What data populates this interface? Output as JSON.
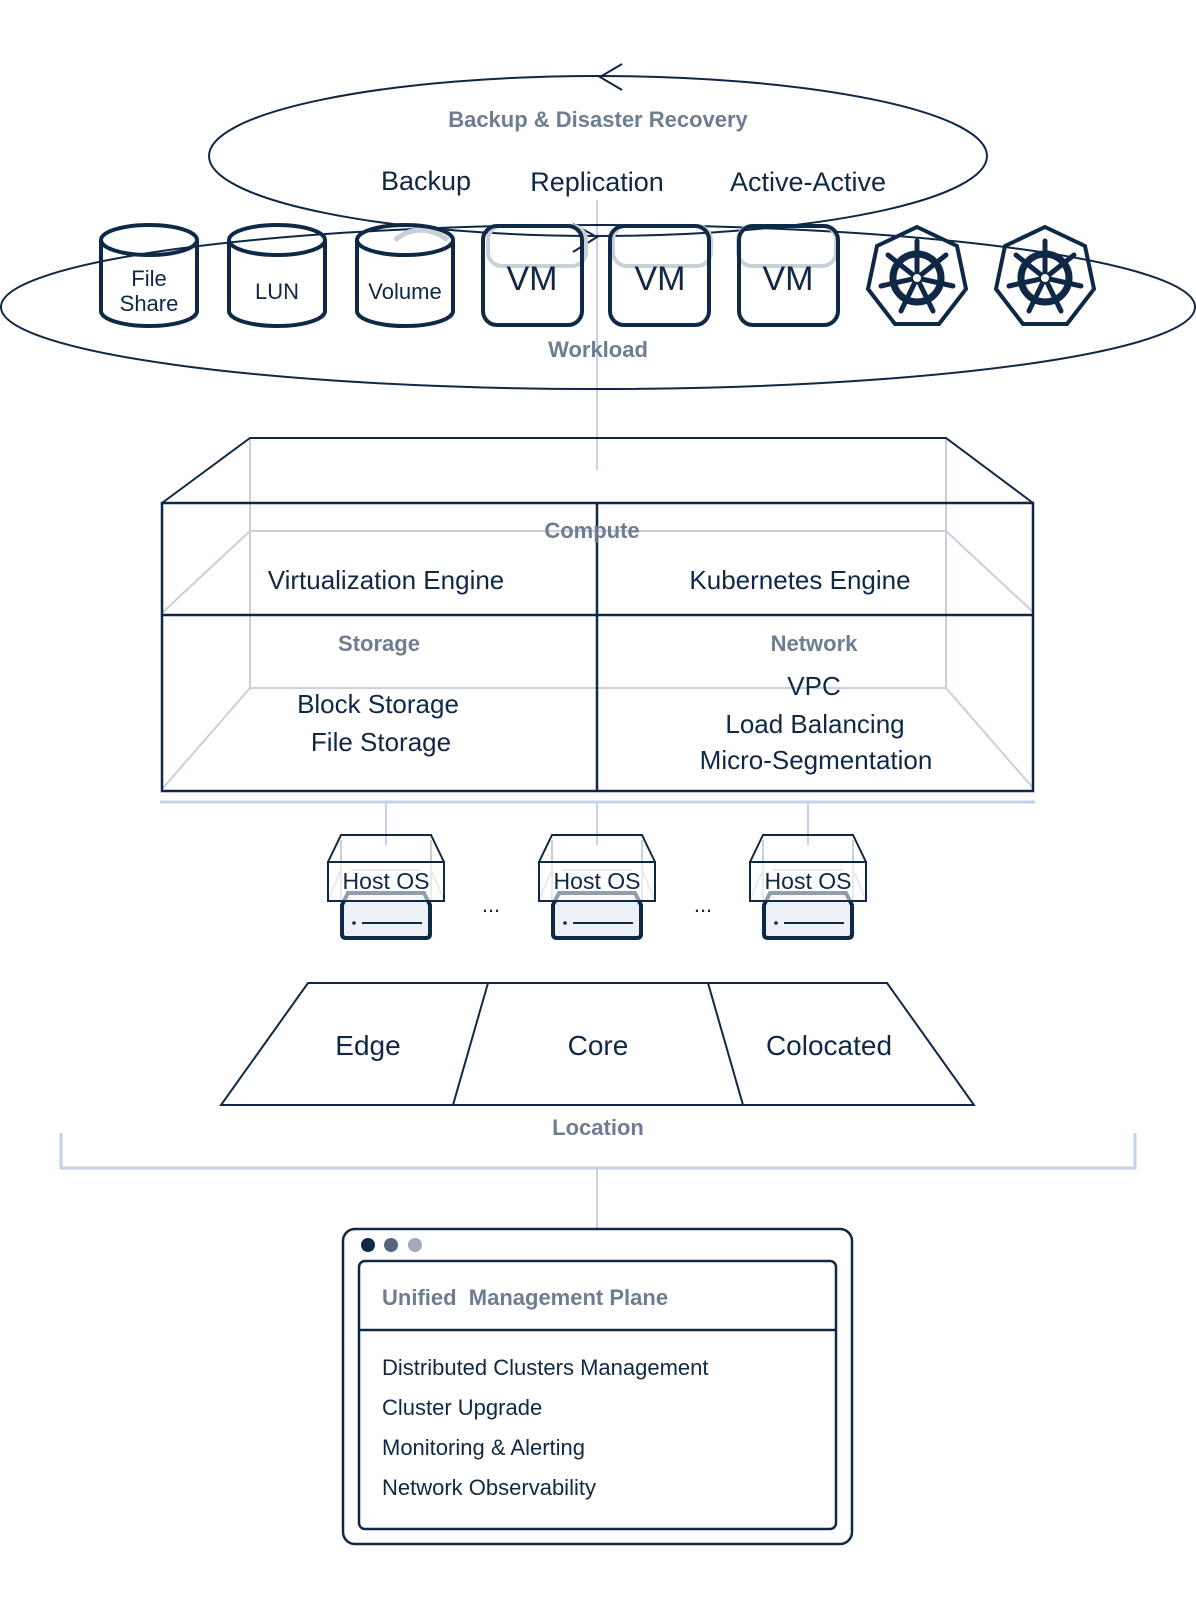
{
  "diagram": {
    "backup_dr": {
      "title": "Backup & Disaster Recovery",
      "items": [
        "Backup",
        "Replication",
        "Active-Active"
      ]
    },
    "workload": {
      "title": "Workload",
      "storage_items": [
        "File",
        "Share",
        "LUN",
        "Volume"
      ],
      "vm_label": "VM",
      "vm_count": 3,
      "kubernetes_icons": 2
    },
    "platform": {
      "compute": {
        "title": "Compute",
        "items": [
          "Virtualization Engine",
          "Kubernetes Engine"
        ]
      },
      "storage": {
        "title": "Storage",
        "items": [
          "Block Storage",
          "File Storage"
        ]
      },
      "network": {
        "title": "Network",
        "items": [
          "VPC",
          "Load Balancing",
          "Micro-Segmentation"
        ]
      }
    },
    "hosts": {
      "label": "Host OS",
      "ellipsis": "..."
    },
    "location": {
      "title": "Location",
      "items": [
        "Edge",
        "Core",
        "Colocated"
      ]
    },
    "management": {
      "title": "Unified  Management Plane",
      "items": [
        "Distributed Clusters Management",
        "Cluster Upgrade",
        "Monitoring & Alerting",
        "Network Observability"
      ],
      "window_dot_colors": [
        "#0f2846",
        "#56667f",
        "#a1aab6"
      ]
    },
    "colors": {
      "ink": "#0f2846",
      "muted_text": "#6e7d92",
      "light_line": "#c9d0da",
      "connector": "#c6d2ea"
    }
  }
}
